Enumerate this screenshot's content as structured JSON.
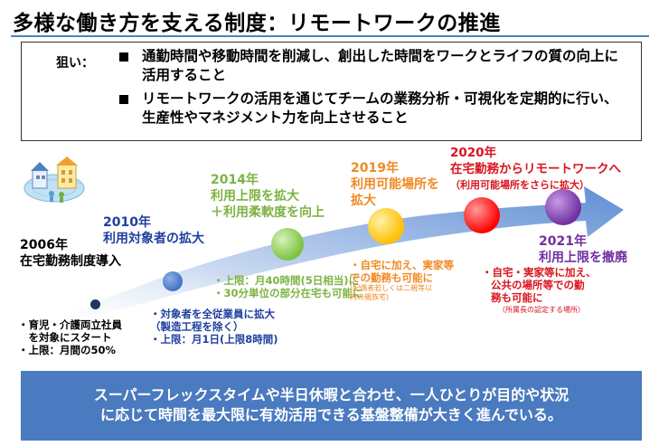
{
  "title": "多様な働き方を支える制度：リモートワークの推進",
  "aim": {
    "label": "狙い：",
    "items": [
      "通勤時間や移動時間を削減し、創出した時間をワークとライフの質の向上に活用すること",
      "リモートワークの活用を通じてチームの業務分析・可視化を定期的に行い、生産性やマネジメント力を向上させること"
    ]
  },
  "milestones": [
    {
      "year": "2006年",
      "line1": "在宅勤務制度導入",
      "color": "#000000"
    },
    {
      "year": "2010年",
      "line1": "利用対象者の拡大",
      "color": "#1f3f9f"
    },
    {
      "year": "2014年",
      "line1": "利用上限を拡大",
      "line2": "＋利用柔軟度を向上",
      "color": "#7cb342"
    },
    {
      "year": "2019年",
      "line1": "利用可能場所を",
      "line2": "拡大",
      "color": "#f08a24"
    },
    {
      "year": "2020年",
      "line1": "在宅勤務からリモートワークへ",
      "line2": "（利用可能場所をさらに拡大）",
      "color": "#d9141e"
    },
    {
      "year": "2021年",
      "line1": "利用上限を撤廃",
      "color": "#7030a0"
    }
  ],
  "notes": {
    "n2006": [
      "・育児・介護両立社員",
      "　を対象にスタート",
      "・上限：月間の50%"
    ],
    "n2010": [
      "・対象者を全従業員に拡大",
      "（製造工程を除く）",
      "・上限：月1日(上限8時間)"
    ],
    "n2014": [
      "・上限：月40時間(5日相当)に",
      "・30分単位の部分在宅も可能に"
    ],
    "n2019": [
      "・自宅に加え、実家等",
      "での勤務も可能に"
    ],
    "n2019_small": [
      "(配偶者若しくは二親等以",
      "内の親族宅)"
    ],
    "n2020": [
      "・自宅・実家等に加え、",
      "公共の場所等での勤",
      "務も可能に"
    ],
    "n2020_small": "（所属長の認定する場所）"
  },
  "bottom_message": [
    "スーパーフレックスタイムや半日休暇と合わせ、一人ひとりが目的や状況",
    "に応じて時間を最大限に有効活用できる基盤整備が大きく進んでいる。"
  ],
  "colors": {
    "accent_blue": "#4a7abf",
    "arrow_blue": "#6f98d8",
    "dot_2006": "#1f3864",
    "dot_2010": "#4472c4",
    "dot_2014": "#7cc242",
    "dot_2019": "#ffc000",
    "dot_2020": "#ff0000",
    "dot_2021": "#7030a0"
  },
  "icon": "remote-work-globe-houses-icon"
}
